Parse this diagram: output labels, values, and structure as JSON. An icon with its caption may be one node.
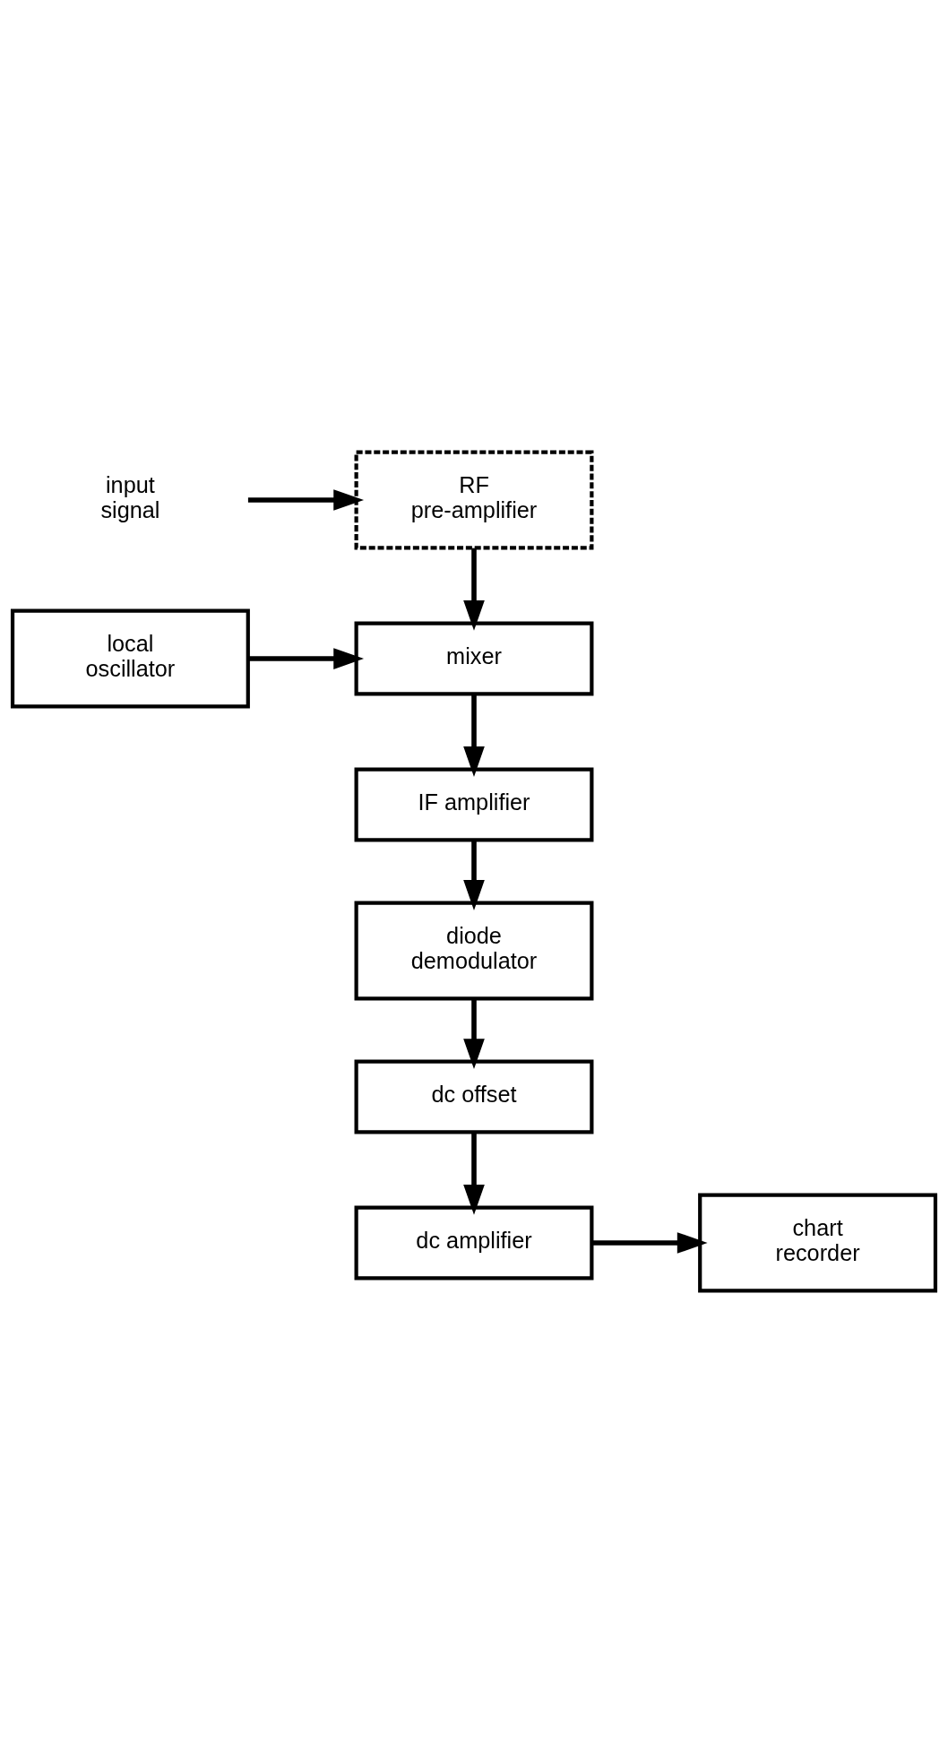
{
  "diagram": {
    "nodes": [
      {
        "text": [
          "RF pre-amplifier"
        ]
      },
      {
        "text": [
          "input signal"
        ]
      },
      {
        "text": [
          "mixer"
        ]
      },
      {
        "text": [
          "local oscillator"
        ]
      },
      {
        "text": [
          "IF amplifier"
        ]
      },
      {
        "text": [
          "diode demodulator"
        ]
      },
      {
        "text": [
          "dc offset"
        ]
      },
      {
        "text": [
          "dc amplifier"
        ]
      },
      {
        "text": [
          "chart recorder"
        ]
      }
    ],
    "edges": [
      {
        "from": 1,
        "to": 0,
        "arrow": "to"
      },
      {
        "from": 0,
        "to": 2,
        "arrow": "to"
      },
      {
        "from": 3,
        "to": 2,
        "arrow": "to"
      },
      {
        "from": 2,
        "to": 4,
        "arrow": "to"
      },
      {
        "from": 4,
        "to": 5,
        "arrow": "to"
      },
      {
        "from": 5,
        "to": 6,
        "arrow": "to"
      },
      {
        "from": 6,
        "to": 7,
        "arrow": "to"
      },
      {
        "from": 7,
        "to": 8,
        "arrow": "to"
      }
    ]
  }
}
